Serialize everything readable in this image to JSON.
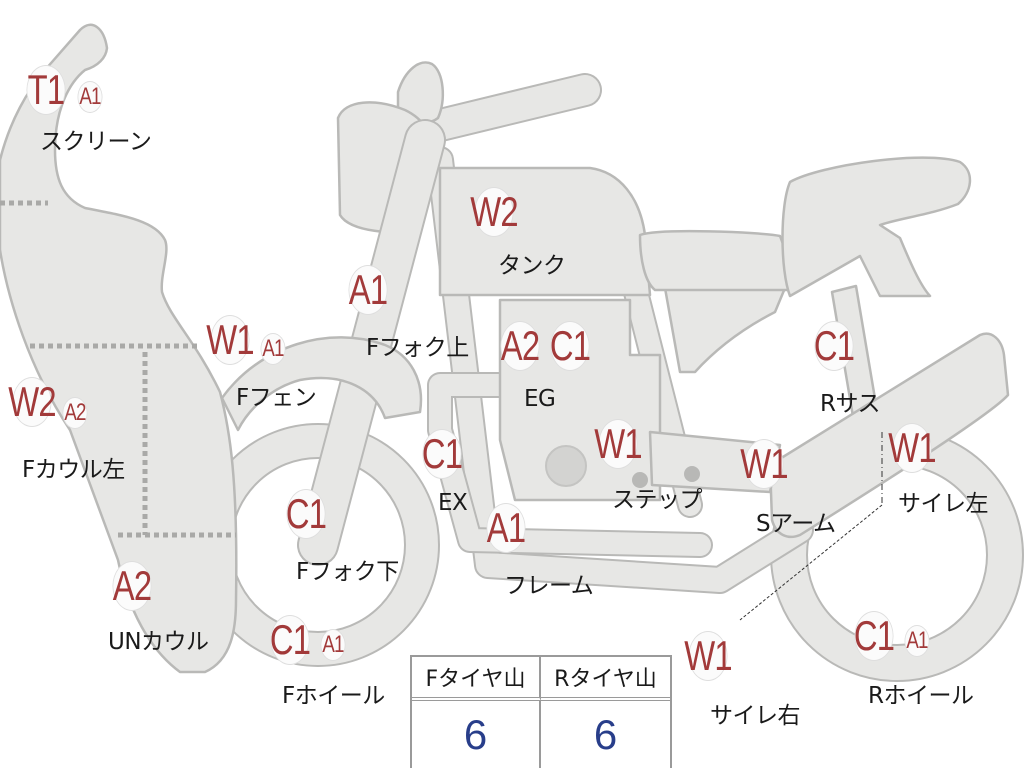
{
  "diagram": {
    "parts": [
      {
        "id": "screen",
        "label": "スクリーン",
        "codes": [
          "T1",
          "A1"
        ]
      },
      {
        "id": "tank",
        "label": "タンク",
        "codes": [
          "W2"
        ]
      },
      {
        "id": "f-fork-upper",
        "label": "Fフォク上",
        "codes": [
          "A1"
        ]
      },
      {
        "id": "f-fender",
        "label": "Fフェン",
        "codes": [
          "W1",
          "A1"
        ]
      },
      {
        "id": "engine",
        "label": "EG",
        "codes": [
          "A2",
          "C1"
        ]
      },
      {
        "id": "r-suspension",
        "label": "Rサス",
        "codes": [
          "C1"
        ]
      },
      {
        "id": "f-cowl-left",
        "label": "Fカウル左",
        "codes": [
          "W2",
          "A2"
        ]
      },
      {
        "id": "exhaust",
        "label": "EX",
        "codes": [
          "C1"
        ]
      },
      {
        "id": "step",
        "label": "ステップ",
        "codes": [
          "W1"
        ]
      },
      {
        "id": "swing-arm",
        "label": "Sアーム",
        "codes": [
          "W1"
        ]
      },
      {
        "id": "silencer-left",
        "label": "サイレ左",
        "codes": [
          "W1"
        ]
      },
      {
        "id": "f-fork-lower",
        "label": "Fフォク下",
        "codes": [
          "C1"
        ]
      },
      {
        "id": "frame",
        "label": "フレーム",
        "codes": [
          "A1"
        ]
      },
      {
        "id": "under-cowl",
        "label": "UNカウル",
        "codes": [
          "A2"
        ]
      },
      {
        "id": "f-wheel",
        "label": "Fホイール",
        "codes": [
          "C1",
          "A1"
        ]
      },
      {
        "id": "silencer-right",
        "label": "サイレ右",
        "codes": [
          "W1"
        ]
      },
      {
        "id": "r-wheel",
        "label": "Rホイール",
        "codes": [
          "C1",
          "A1"
        ]
      }
    ]
  },
  "tire_table": {
    "headers": [
      "Fタイヤ山",
      "Rタイヤ山"
    ],
    "values": [
      "6",
      "6"
    ]
  },
  "colors": {
    "code": "#a23a3a",
    "value": "#283e8a",
    "part_fill": "#e7e7e5",
    "part_stroke": "#b9b9b7"
  }
}
